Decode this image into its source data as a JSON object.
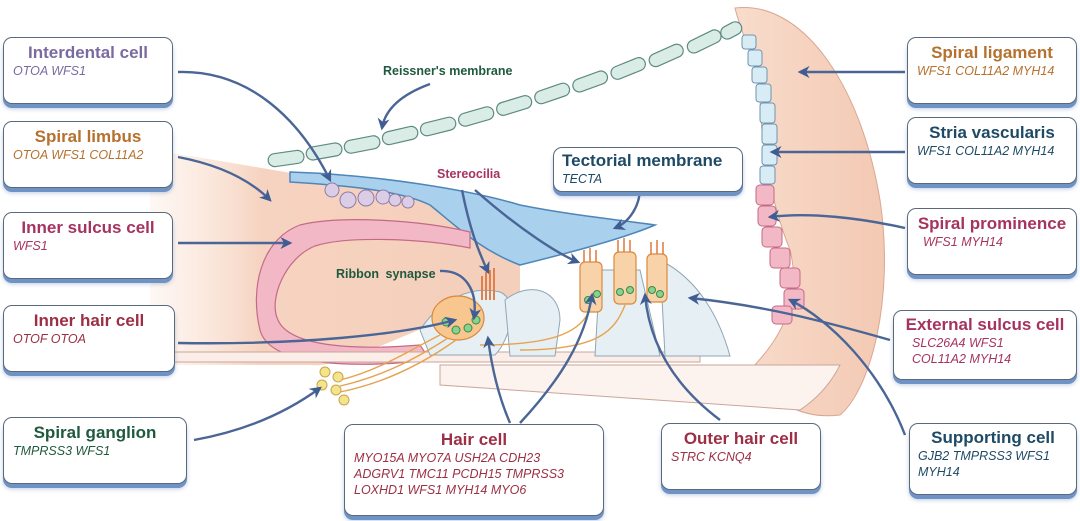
{
  "colors": {
    "purple": "#7a6aa0",
    "orange": "#b5712e",
    "magenta": "#a6335f",
    "crimson": "#9c2f45",
    "dark_green": "#1f5a3e",
    "navy": "#1f4a66",
    "arrow": "#4a6596",
    "box_shadow": "#6f93c4"
  },
  "labels": {
    "reissner": "Reissner's membrane",
    "stereocilia": "Stereocilia",
    "ribbon_synapse": "Ribbon synapse"
  },
  "boxes": {
    "interdental_cell": {
      "title": "Interdental cell",
      "genes": "OTOA WFS1"
    },
    "spiral_limbus": {
      "title": "Spiral limbus",
      "genes": "OTOA WFS1 COL11A2"
    },
    "inner_sulcus_cell": {
      "title": "Inner sulcus cell",
      "genes": "WFS1"
    },
    "inner_hair_cell": {
      "title": "Inner hair cell",
      "genes": "OTOF OTOA"
    },
    "spiral_ganglion": {
      "title": "Spiral ganglion",
      "genes": "TMPRSS3 WFS1"
    },
    "tectorial_membrane": {
      "title": "Tectorial membrane",
      "genes": "TECTA"
    },
    "hair_cell": {
      "title": "Hair cell",
      "genes": [
        "MYO15A MYO7A USH2A CDH23",
        "ADGRV1 TMC11 PCDH15 TMPRSS3",
        "LOXHD1 WFS1 MYH14 MYO6"
      ]
    },
    "outer_hair_cell": {
      "title": "Outer hair cell",
      "genes": "STRC KCNQ4"
    },
    "spiral_ligament": {
      "title": "Spiral ligament",
      "genes": "WFS1 COL11A2 MYH14"
    },
    "stria_vascularis": {
      "title": "Stria vascularis",
      "genes": "WFS1 COL11A2 MYH14"
    },
    "spiral_prominence": {
      "title": "Spiral prominence",
      "genes": "WFS1 MYH14"
    },
    "external_sulcus_cell": {
      "title": "External sulcus cell",
      "genes": [
        "SLC26A4 WFS1",
        "COL11A2 MYH14"
      ]
    },
    "supporting_cell": {
      "title": "Supporting cell",
      "genes": [
        "GJB2 TMPRSS3 WFS1",
        "MYH14"
      ]
    }
  }
}
